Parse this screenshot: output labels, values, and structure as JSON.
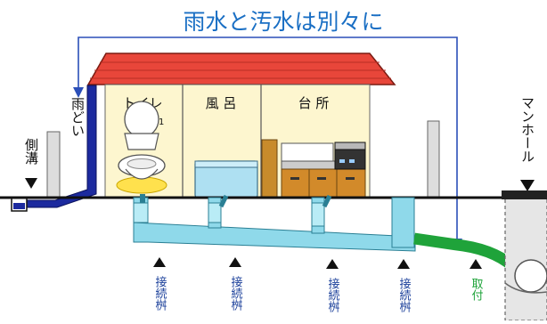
{
  "title": "雨水と汚水は別々に",
  "rooms": {
    "toilet": "トイレ",
    "bath": "風 呂",
    "kitchen": "台 所"
  },
  "toilet_marker": "1",
  "labels": {
    "rain_gutter": "雨どい",
    "side_ditch": "側溝",
    "manhole": "マンホール",
    "junction_box": "接続桝",
    "connection_pipe": "取付"
  },
  "colors": {
    "title": "#1a6fc4",
    "roof": "#e8463a",
    "house_wall": "#fdf6cf",
    "rain_pipe": "#1c2a9e",
    "sewer_pipe": "#8fd9ea",
    "connection_pipe": "#1fa33a",
    "ground": "#111111"
  }
}
